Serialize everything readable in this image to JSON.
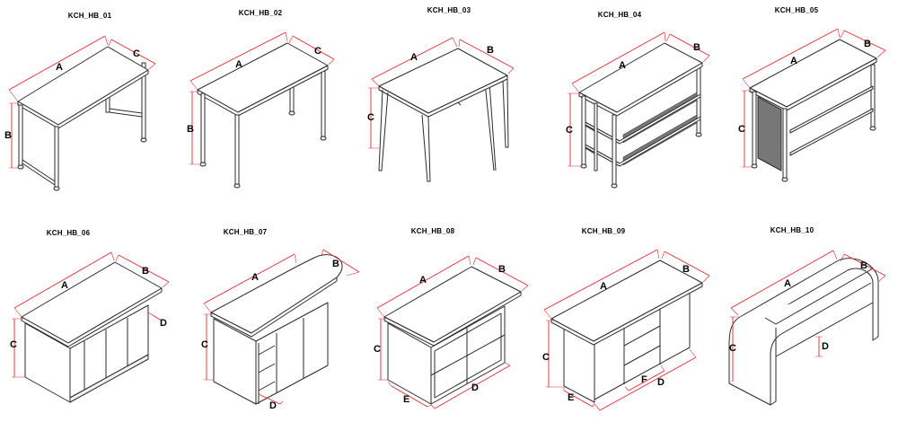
{
  "accent_color": "#e3262b",
  "items": [
    {
      "code": "KCH_HB_01",
      "dims": [
        "A",
        "C",
        "B"
      ]
    },
    {
      "code": "KCH_HB_02",
      "dims": [
        "A",
        "C",
        "B"
      ]
    },
    {
      "code": "KCH_HB_03",
      "dims": [
        "A",
        "B",
        "C"
      ]
    },
    {
      "code": "KCH_HB_04",
      "dims": [
        "A",
        "B",
        "C"
      ]
    },
    {
      "code": "KCH_HB_05",
      "dims": [
        "A",
        "B",
        "C"
      ]
    },
    {
      "code": "KCH_HB_06",
      "dims": [
        "A",
        "B",
        "C",
        "D"
      ]
    },
    {
      "code": "KCH_HB_07",
      "dims": [
        "A",
        "B",
        "C",
        "D"
      ]
    },
    {
      "code": "KCH_HB_08",
      "dims": [
        "A",
        "B",
        "C",
        "D",
        "E"
      ]
    },
    {
      "code": "KCH_HB_09",
      "dims": [
        "A",
        "B",
        "C",
        "D",
        "E",
        "F"
      ]
    },
    {
      "code": "KCH_HB_10",
      "dims": [
        "A",
        "B",
        "C",
        "D"
      ]
    }
  ]
}
